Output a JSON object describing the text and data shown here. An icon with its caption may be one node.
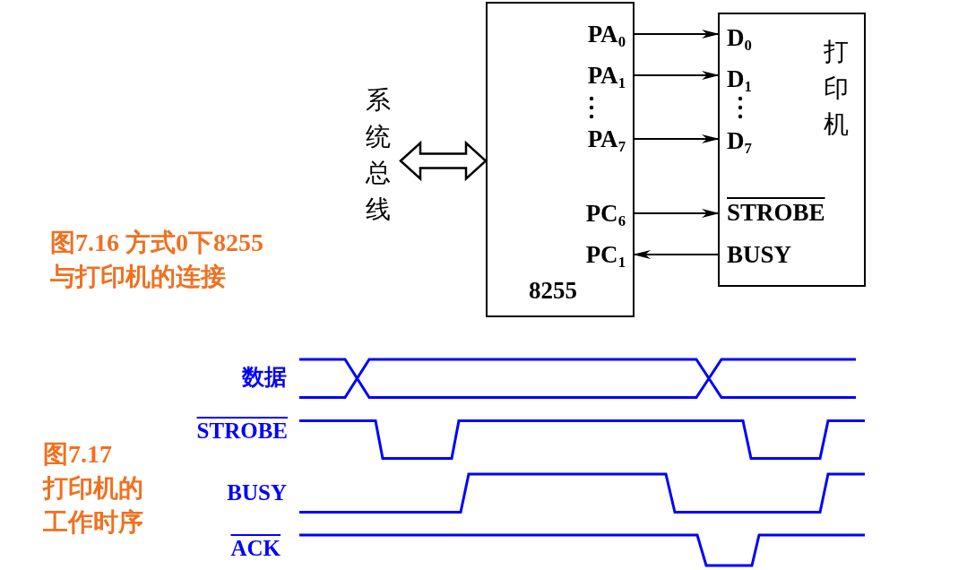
{
  "diagram": {
    "nodes": [
      {
        "text": [
          "8255"
        ]
      },
      {
        "text": [
          "PA$_{0}$"
        ],
        "in": 0
      },
      {
        "text": [
          "PA$_{1}$"
        ],
        "in": 0
      },
      {
        "text": [
          "PA$_{7}$"
        ],
        "in": 0
      },
      {
        "text": [
          "PC$_{6}$"
        ],
        "in": 0
      },
      {
        "text": [
          "PC$_{1}$"
        ],
        "in": 0
      },
      {
        "text": [
          "打印机"
        ]
      },
      {
        "text": [
          "D$_{0}$"
        ],
        "in": 6
      },
      {
        "text": [
          "D$_{1}$"
        ],
        "in": 6
      },
      {
        "text": [
          "D$_{7}$"
        ],
        "in": 6
      },
      {
        "text": [
          "STROBE"
        ],
        "in": 6
      },
      {
        "text": [
          "BUSY"
        ],
        "in": 6
      },
      {
        "text": [
          "系统总线"
        ]
      }
    ],
    "edges": [
      {
        "from": 1,
        "to": 7,
        "arrow": "to"
      },
      {
        "from": 2,
        "to": 8,
        "arrow": "to"
      },
      {
        "from": 3,
        "to": 9,
        "arrow": "to"
      },
      {
        "from": 4,
        "to": 10,
        "arrow": "to"
      },
      {
        "from": 11,
        "to": 5,
        "arrow": "to"
      },
      {
        "from": 12,
        "to": 0,
        "arrow": "both",
        "style": "thick"
      }
    ],
    "labels": [
      "图7.16 方式0下8255与打印机的连接",
      "数据",
      "STROBE",
      "图7.17 打印机的工作时序",
      "BUSY",
      "ACK"
    ]
  }
}
